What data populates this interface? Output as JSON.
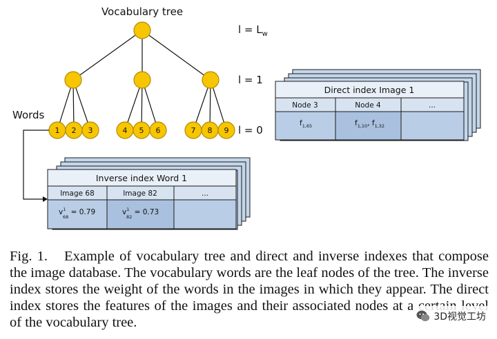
{
  "diagram": {
    "tree_title": "Vocabulary tree",
    "levels": {
      "top": "l = L",
      "top_sub": "w",
      "mid": "l = 1",
      "bottom": "l = 0"
    },
    "words_label": "Words",
    "leaves": [
      "1",
      "2",
      "3",
      "4",
      "5",
      "6",
      "7",
      "8",
      "9"
    ],
    "direct_index": {
      "title": "Direct index Image 1",
      "headers": [
        "Node 3",
        "Node 4",
        "..."
      ],
      "cell1": {
        "base": "f",
        "sub": "1,65"
      },
      "cell2": {
        "base1": "f",
        "sub1": "1,10",
        "sep": ", ",
        "base2": "f",
        "sub2": "1,32"
      }
    },
    "inverse_index": {
      "title": "Inverse index Word 1",
      "headers": [
        "Image 68",
        "Image 82",
        "..."
      ],
      "cell1": {
        "base": "v",
        "sup": "1",
        "sub": "68",
        "value": " = 0.79"
      },
      "cell2": {
        "base": "v",
        "sup": "1",
        "sub": "82",
        "value": " = 0.73"
      }
    }
  },
  "caption": {
    "label": "Fig. 1.",
    "text": "Example of vocabulary tree and direct and inverse indexes that compose the image database. The vocabulary words are the leaf nodes of the tree. The inverse index stores the weight of the words in the images in which they appear. The direct index stores the features of the images and their associated nodes at a certain level of the vocabulary tree."
  },
  "watermark": {
    "text": "3D视觉工坊"
  },
  "colors": {
    "node_fill": "#f7c600",
    "node_stroke": "#b38a00",
    "table_header": "#d7e3f1",
    "table_cell": "#b9cde6",
    "table_cell_dark": "#a9c0de",
    "table_stroke": "#1a1a1a",
    "text": "#111111"
  }
}
